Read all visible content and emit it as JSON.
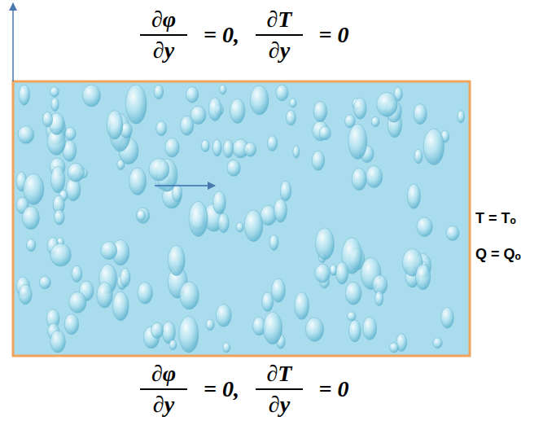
{
  "diagram": {
    "labels": [
      "∂φ",
      "∂y",
      "= 0,",
      "∂T",
      "∂y",
      "= 0",
      "∂φ",
      "∂y",
      "= 0,",
      "∂T",
      "∂y",
      "= 0",
      "T = Tₒ",
      "Q = Qₒ"
    ]
  }
}
